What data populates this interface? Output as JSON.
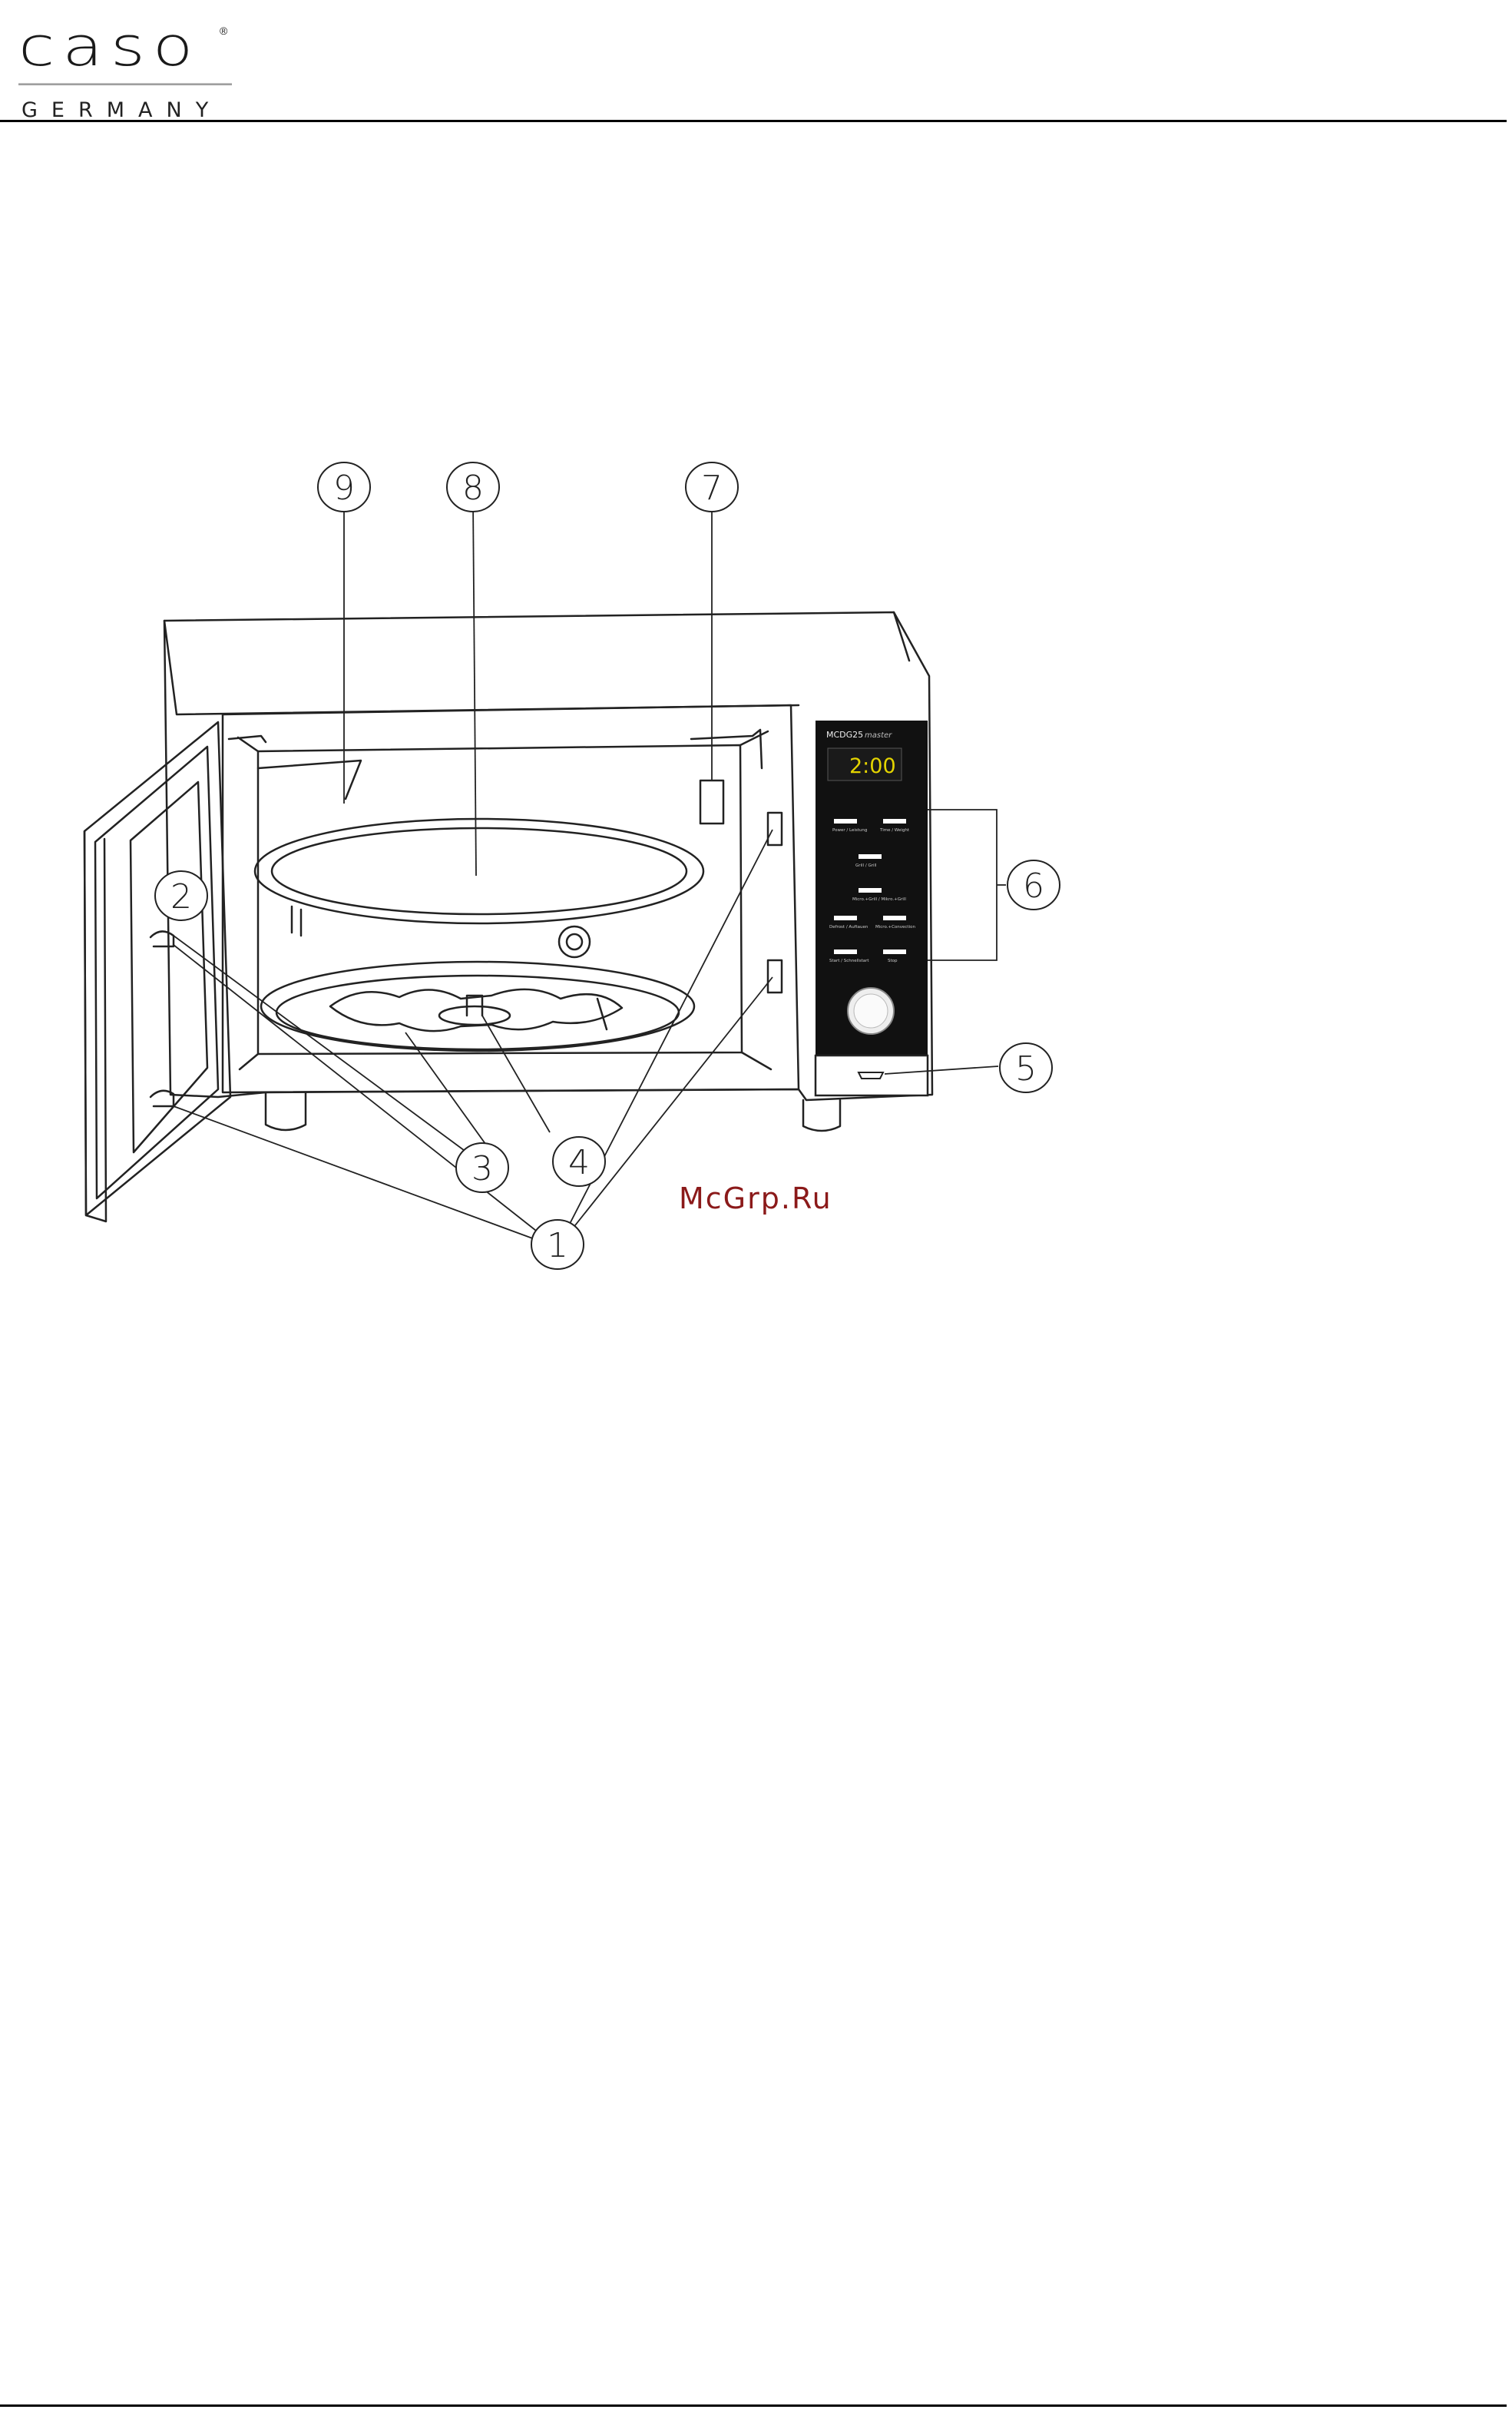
{
  "brand": {
    "name": "caso",
    "registered_mark": "®",
    "subtitle": "GERMANY"
  },
  "figure": {
    "callouts": [
      "1",
      "2",
      "3",
      "4",
      "5",
      "6",
      "7",
      "8",
      "9"
    ],
    "control_panel": {
      "model": "MCDG25",
      "model_suffix": "master",
      "display_time": "2:00",
      "button_labels": [
        "Power / Leistung",
        "Time / Weight",
        "Grill / Grill",
        "Micro.+Grill / Mikro.+Grill",
        "Defrost / Auftauen",
        "Micro.+Convection",
        "Start / Schnellstart",
        "Stop"
      ]
    }
  },
  "watermark": "McGrp.Ru"
}
